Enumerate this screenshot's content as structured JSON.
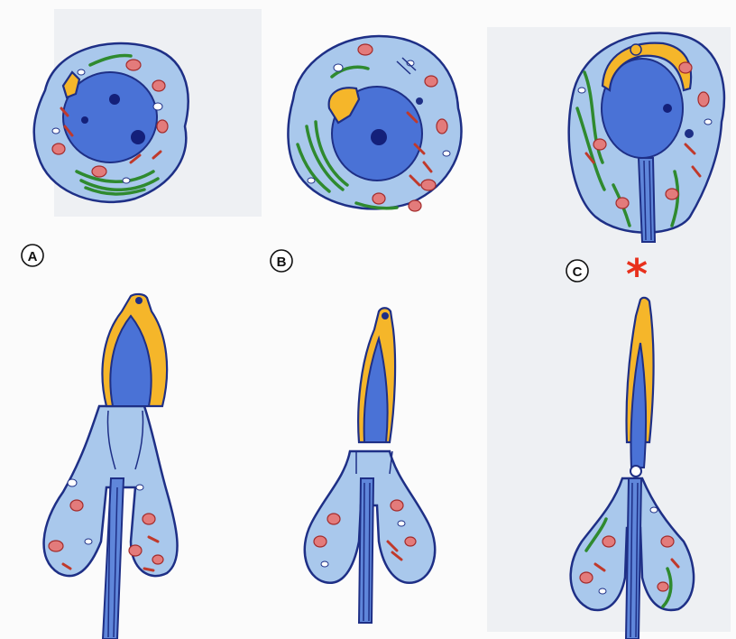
{
  "labels": {
    "a": "A",
    "b": "B",
    "c": "C"
  },
  "marker": "*",
  "colors": {
    "cytoplasm": "#a9c8ec",
    "nucleus": "#4a72d6",
    "acrosome": "#f5b62a",
    "mitochondria": "#e37b7b",
    "golgi": "#2f8a2f",
    "outline": "#1e2f86",
    "marker": "#e8301c"
  }
}
